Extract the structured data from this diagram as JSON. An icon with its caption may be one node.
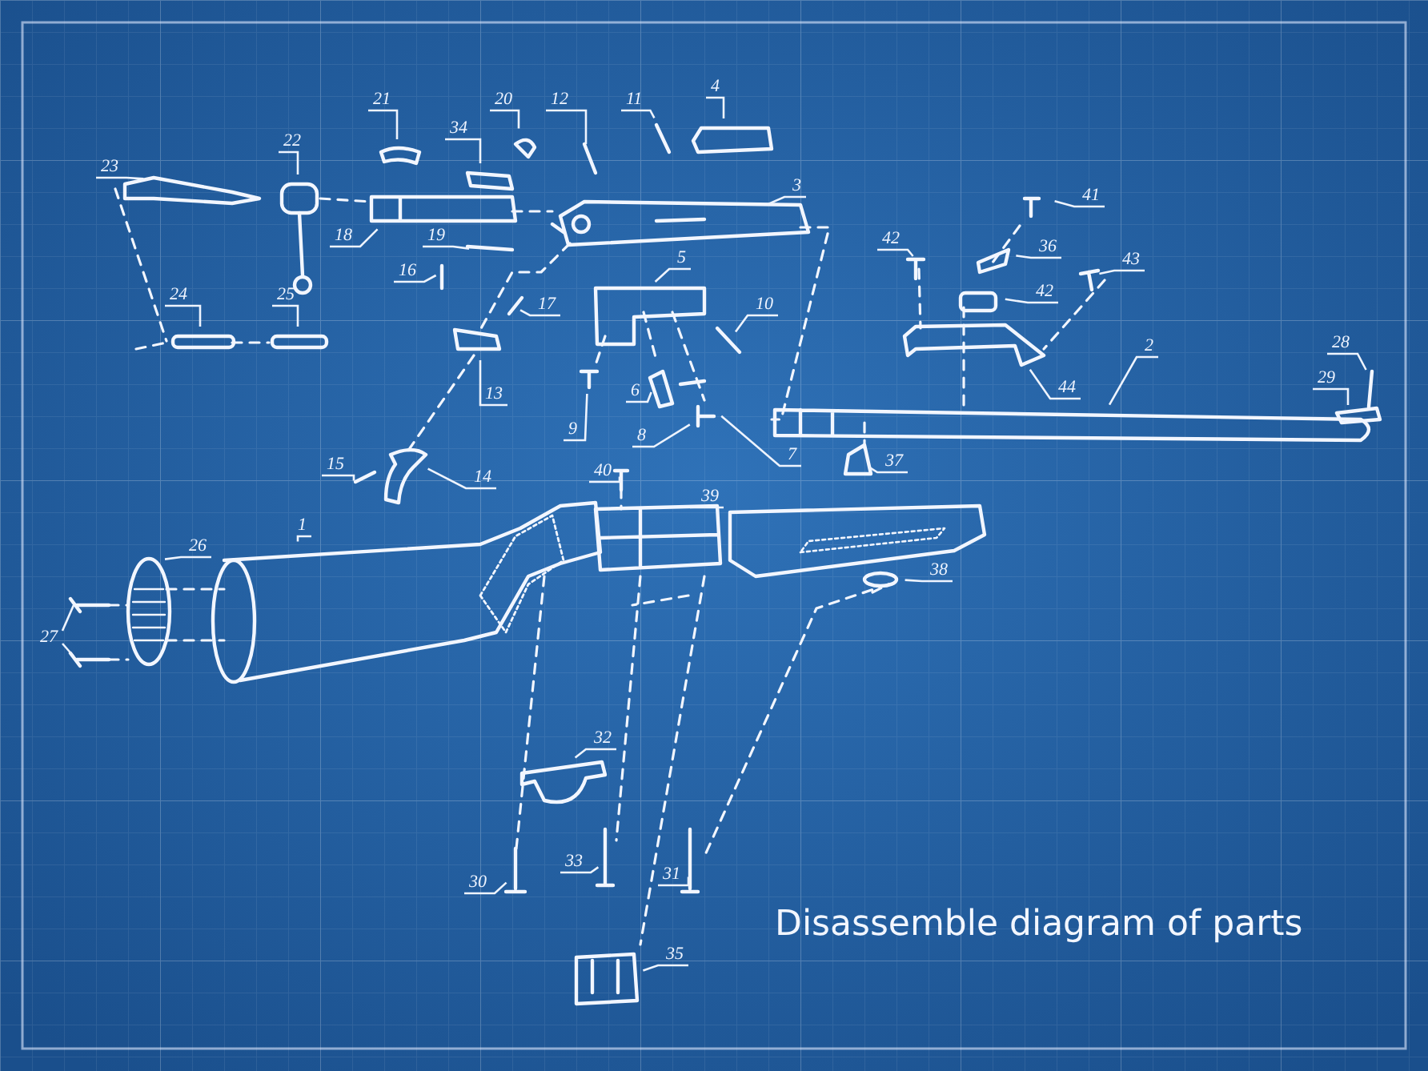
{
  "diagram": {
    "caption": "Disassemble diagram of parts",
    "nodes": [
      {
        "text": [
          "23"
        ]
      },
      {
        "text": [
          "22"
        ]
      },
      {
        "text": [
          "21"
        ]
      },
      {
        "text": [
          "34"
        ]
      },
      {
        "text": [
          "20"
        ]
      },
      {
        "text": [
          "12"
        ]
      },
      {
        "text": [
          "11"
        ]
      },
      {
        "text": [
          "4"
        ]
      },
      {
        "text": [
          "3"
        ]
      },
      {
        "text": [
          "18"
        ]
      },
      {
        "text": [
          "19"
        ]
      },
      {
        "text": [
          "16"
        ]
      },
      {
        "text": [
          "17"
        ]
      },
      {
        "text": [
          "5"
        ]
      },
      {
        "text": [
          "10"
        ]
      },
      {
        "text": [
          "24"
        ]
      },
      {
        "text": [
          "25"
        ]
      },
      {
        "text": [
          "13"
        ]
      },
      {
        "text": [
          "9"
        ]
      },
      {
        "text": [
          "6"
        ]
      },
      {
        "text": [
          "8"
        ]
      },
      {
        "text": [
          "7"
        ]
      },
      {
        "text": [
          "42"
        ]
      },
      {
        "text": [
          "41"
        ]
      },
      {
        "text": [
          "36"
        ]
      },
      {
        "text": [
          "42"
        ]
      },
      {
        "text": [
          "43"
        ]
      },
      {
        "text": [
          "44"
        ]
      },
      {
        "text": [
          "2"
        ]
      },
      {
        "text": [
          "28"
        ]
      },
      {
        "text": [
          "29"
        ]
      },
      {
        "text": [
          "37"
        ]
      },
      {
        "text": [
          "15"
        ]
      },
      {
        "text": [
          "14"
        ]
      },
      {
        "text": [
          "1"
        ]
      },
      {
        "text": [
          "40"
        ]
      },
      {
        "text": [
          "39"
        ]
      },
      {
        "text": [
          "38"
        ]
      },
      {
        "text": [
          "26"
        ]
      },
      {
        "text": [
          "27"
        ]
      },
      {
        "text": [
          "32"
        ]
      },
      {
        "text": [
          "30"
        ]
      },
      {
        "text": [
          "33"
        ]
      },
      {
        "text": [
          "31"
        ]
      },
      {
        "text": [
          "35"
        ]
      }
    ],
    "edges": [
      {
        "from": 0,
        "to": null,
        "arrow": "none"
      },
      {
        "from": 1,
        "to": null,
        "arrow": "none"
      },
      {
        "from": 2,
        "to": null,
        "arrow": "none"
      },
      {
        "from": 3,
        "to": null,
        "arrow": "none"
      },
      {
        "from": 4,
        "to": null,
        "arrow": "none"
      },
      {
        "from": 5,
        "to": null,
        "arrow": "none"
      },
      {
        "from": 6,
        "to": null,
        "arrow": "none"
      },
      {
        "from": 7,
        "to": null,
        "arrow": "none"
      },
      {
        "from": 8,
        "to": null,
        "arrow": "none"
      },
      {
        "from": 9,
        "to": null,
        "arrow": "none"
      },
      {
        "from": 10,
        "to": null,
        "arrow": "none"
      },
      {
        "from": 11,
        "to": null,
        "arrow": "none"
      },
      {
        "from": 12,
        "to": null,
        "arrow": "none"
      },
      {
        "from": 13,
        "to": null,
        "arrow": "none"
      },
      {
        "from": 14,
        "to": null,
        "arrow": "none"
      },
      {
        "from": 15,
        "to": null,
        "arrow": "none"
      },
      {
        "from": 16,
        "to": null,
        "arrow": "none"
      },
      {
        "from": 17,
        "to": null,
        "arrow": "none"
      },
      {
        "from": 18,
        "to": null,
        "arrow": "none"
      },
      {
        "from": 19,
        "to": null,
        "arrow": "none"
      },
      {
        "from": 20,
        "to": null,
        "arrow": "none"
      },
      {
        "from": 21,
        "to": null,
        "arrow": "none"
      },
      {
        "from": 22,
        "to": null,
        "arrow": "none"
      },
      {
        "from": 23,
        "to": null,
        "arrow": "none"
      },
      {
        "from": 24,
        "to": null,
        "arrow": "none"
      },
      {
        "from": 25,
        "to": null,
        "arrow": "none"
      },
      {
        "from": 26,
        "to": null,
        "arrow": "none"
      },
      {
        "from": 27,
        "to": null,
        "arrow": "none"
      },
      {
        "from": 28,
        "to": null,
        "arrow": "none"
      },
      {
        "from": 29,
        "to": null,
        "arrow": "none"
      },
      {
        "from": 30,
        "to": null,
        "arrow": "none"
      },
      {
        "from": 31,
        "to": null,
        "arrow": "none"
      },
      {
        "from": 32,
        "to": null,
        "arrow": "none"
      },
      {
        "from": 33,
        "to": null,
        "arrow": "none"
      },
      {
        "from": 34,
        "to": null,
        "arrow": "none"
      },
      {
        "from": 35,
        "to": null,
        "arrow": "none"
      },
      {
        "from": 36,
        "to": null,
        "arrow": "none"
      },
      {
        "from": 37,
        "to": null,
        "arrow": "none"
      },
      {
        "from": 38,
        "to": null,
        "arrow": "none"
      },
      {
        "from": 39,
        "to": null,
        "arrow": "none"
      },
      {
        "from": 39,
        "to": null,
        "arrow": "none"
      },
      {
        "from": 40,
        "to": null,
        "arrow": "none"
      },
      {
        "from": 41,
        "to": null,
        "arrow": "none"
      },
      {
        "from": 42,
        "to": null,
        "arrow": "none"
      },
      {
        "from": 43,
        "to": null,
        "arrow": "none"
      },
      {
        "from": 44,
        "to": null,
        "arrow": "none"
      }
    ]
  }
}
